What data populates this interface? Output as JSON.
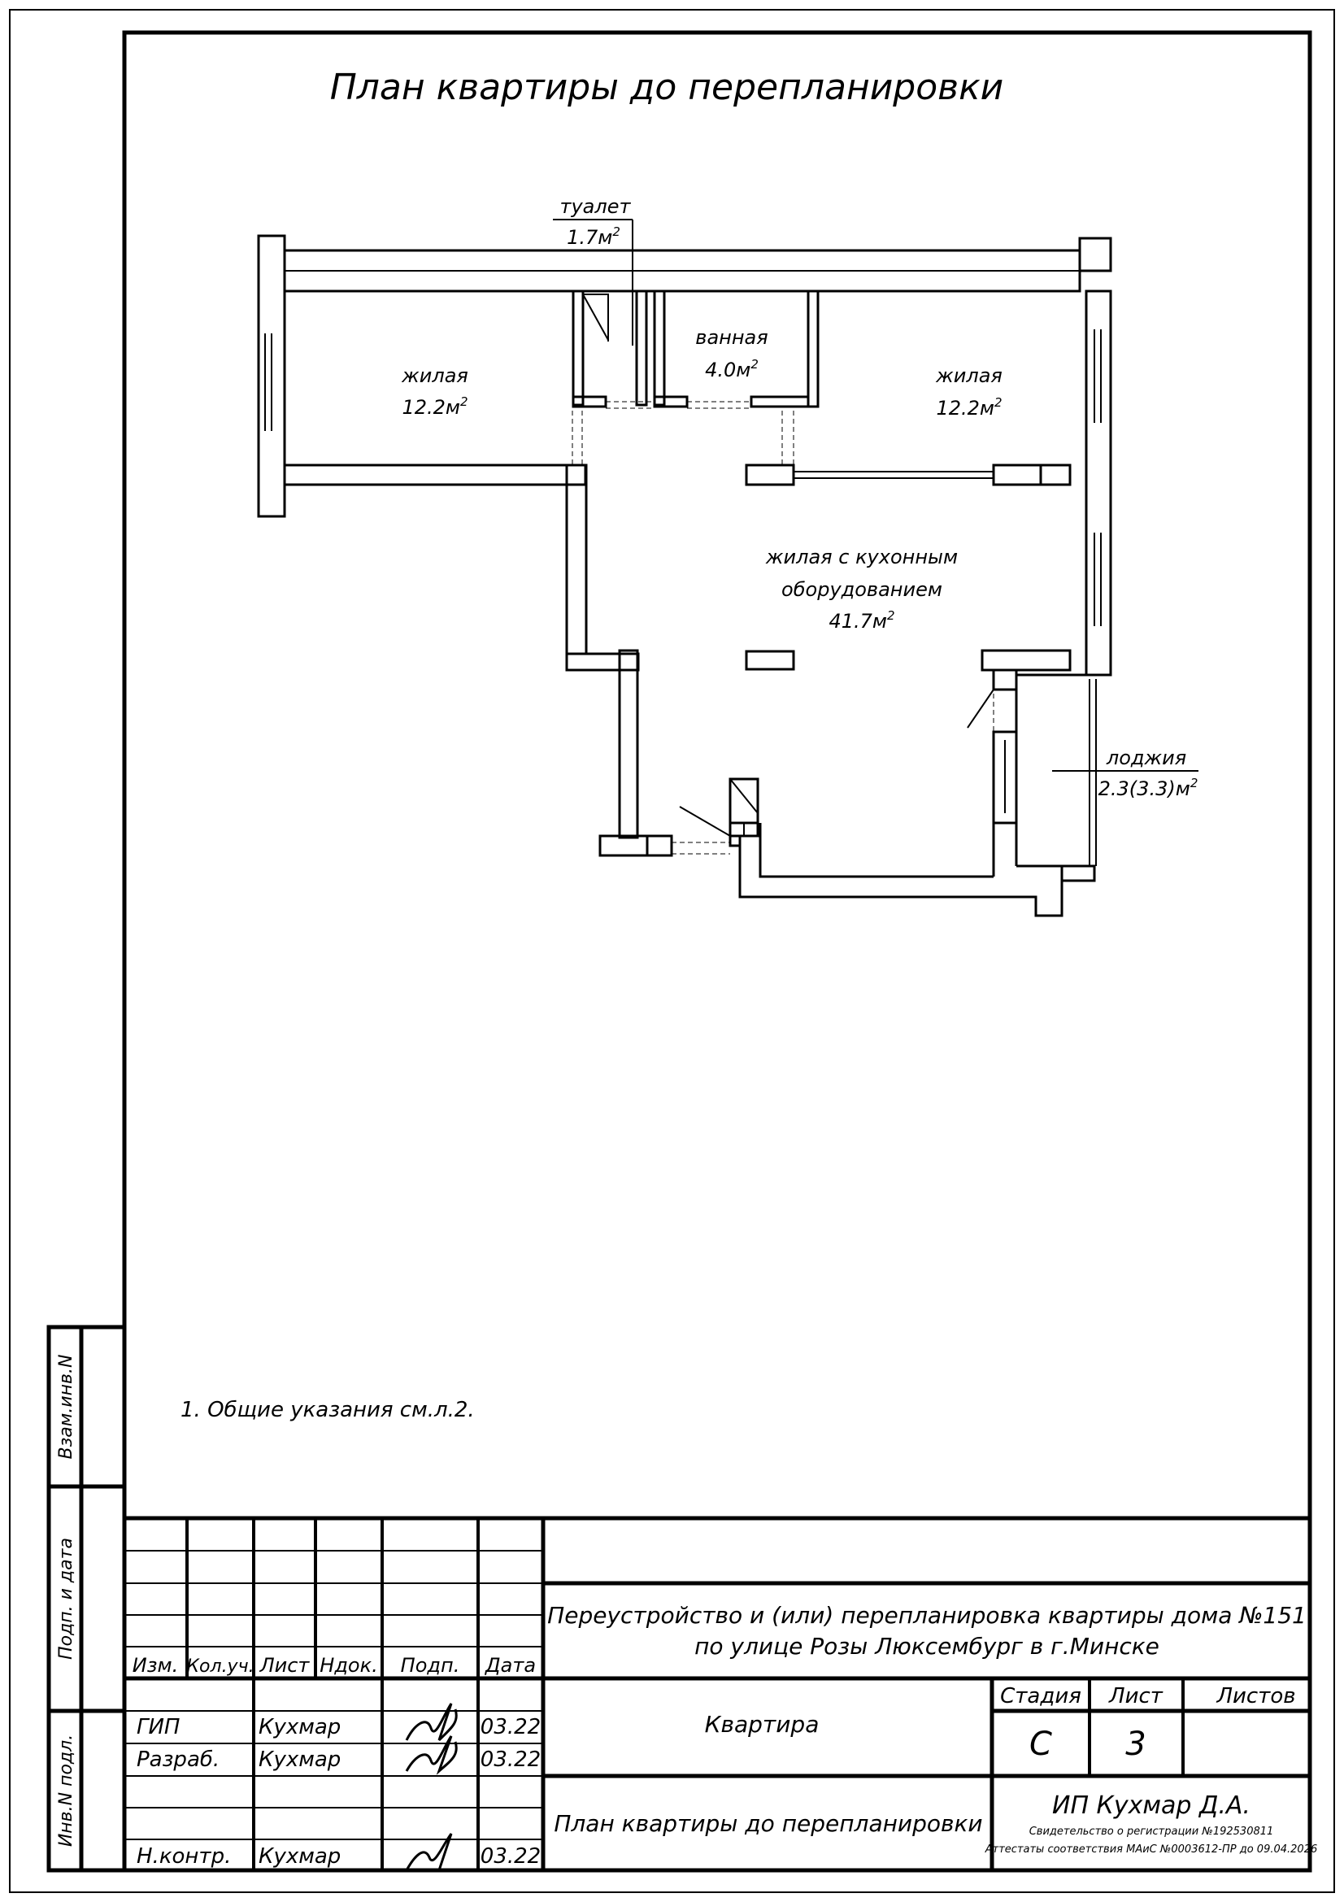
{
  "sheet_title": "План квартиры до перепланировки",
  "rooms": [
    {
      "name": "туалет",
      "area": "1.7м",
      "sup": "2"
    },
    {
      "name": "ванная",
      "area": "4.0м",
      "sup": "2"
    },
    {
      "name": "жилая",
      "area": "12.2м",
      "sup": "2"
    },
    {
      "name": "жилая",
      "area": "12.2м",
      "sup": "2"
    },
    {
      "name1": "жилая с кухонным",
      "name2": "оборудованием",
      "area": "41.7м",
      "sup": "2"
    },
    {
      "name": "лоджия",
      "area": "2.3(3.3)м",
      "sup": "2"
    }
  ],
  "note": "1.  Общие указания см.л.2.",
  "side_stamp": {
    "vzam": "Взам.инв.N",
    "podp": "Подп. и дата",
    "inv": "Инв.N подл."
  },
  "revision_headers": [
    "Изм.",
    "Кол.уч.",
    "Лист",
    "Ндок.",
    "Подп.",
    "Дата"
  ],
  "signatures": [
    {
      "role": "ГИП",
      "name": "Кухмар",
      "date": "03.22"
    },
    {
      "role": "Разраб.",
      "name": "Кухмар",
      "date": "03.22"
    },
    {
      "role": "Н.контр.",
      "name": "Кухмар",
      "date": "03.22"
    }
  ],
  "project_title_1": "Переустройство и (или) перепланировка квартиры дома  №151",
  "project_title_2": "по улице Розы Люксембург в г.Минске",
  "object_name": "Квартира",
  "stage_headers": {
    "stage": "Стадия",
    "sheet": "Лист",
    "sheets": "Листов"
  },
  "stage_values": {
    "stage": "С",
    "sheet": "3",
    "sheets": ""
  },
  "drawing_name": "План квартиры до перепланировки",
  "company": "ИП Кухмар Д.А.",
  "company_line1": "Свидетельство о регистрации №192530811",
  "company_line2": "Аттестаты соответствия МАиС №0003612-ПР до 09.04.2026"
}
